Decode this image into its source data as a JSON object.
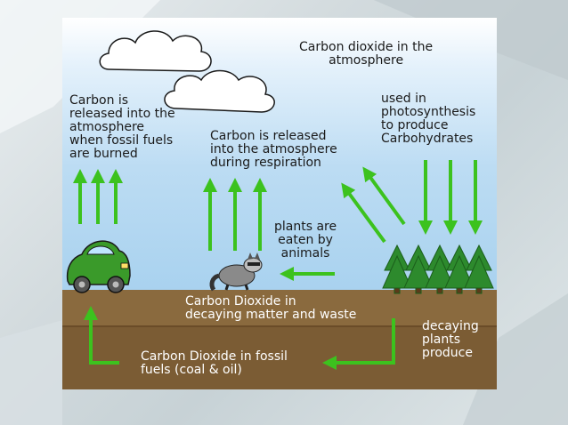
{
  "diagram": {
    "labels": {
      "atmosphere": "Carbon dioxide in the\natmosphere",
      "fossil_release": "Carbon is\nreleased into the\natmosphere\nwhen fossil fuels\nare burned",
      "respiration": "Carbon is released\ninto the atmosphere\nduring respiration",
      "photosynthesis": "used in\nphotosynthesis\nto produce\nCarbohydrates",
      "plants_eaten": "plants are\neaten by\nanimals",
      "decaying_matter": "Carbon Dioxide in\ndecaying matter and waste",
      "decaying_plants": "decaying\nplants\nproduce",
      "fossil_fuels": "Carbon Dioxide in fossil\nfuels (coal & oil)"
    },
    "colors": {
      "arrow": "#3cc21e",
      "sky": "#a9d2ef",
      "soil": "#7b5c34",
      "tree": "#2d8a2d",
      "car": "#3a9a2a"
    },
    "icons": [
      "cloud-icon",
      "car-icon",
      "raccoon-icon",
      "tree-icon"
    ]
  }
}
